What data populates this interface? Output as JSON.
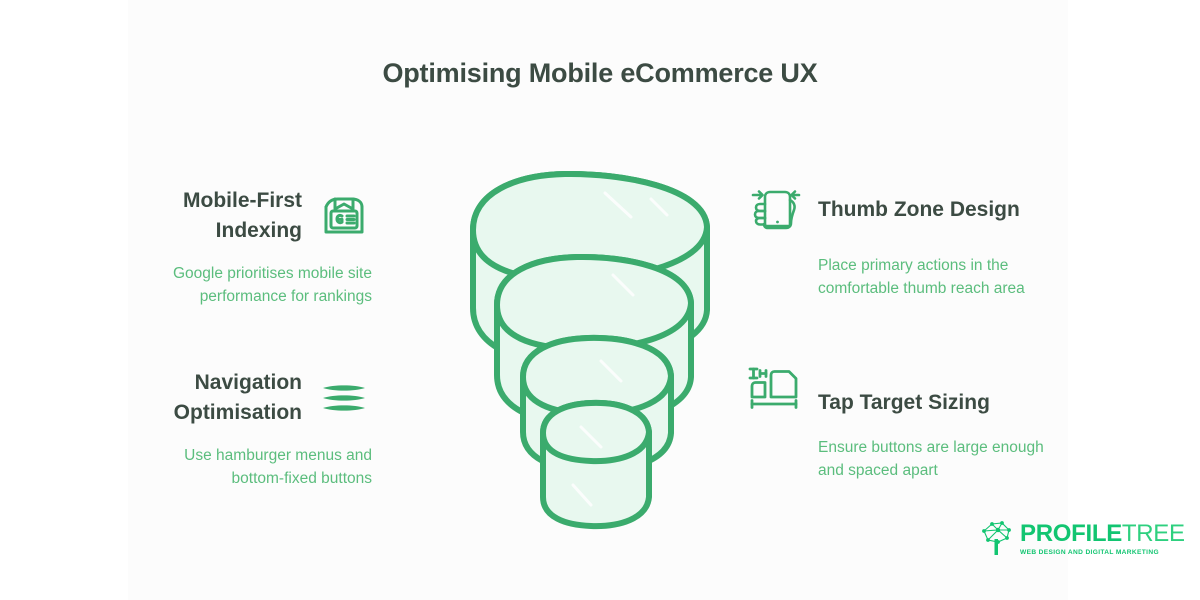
{
  "page": {
    "title": "Optimising Mobile eCommerce UX",
    "background_color": "#ffffff",
    "panel_color": "#fcfcfc",
    "heading_color": "#3c4b43",
    "accent_green": "#3bab6d",
    "body_green": "#5bbd7d",
    "funnel_fill": "#e8f8ef"
  },
  "features": {
    "mobile_first": {
      "heading": "Mobile-First Indexing",
      "body": "Google prioritises mobile site performance for rankings",
      "icon": "google-news-icon"
    },
    "navigation": {
      "heading": "Navigation Optimisation",
      "body": "Use hamburger menus and bottom-fixed buttons",
      "icon": "hamburger-menu-icon"
    },
    "thumb_zone": {
      "heading": "Thumb Zone Design",
      "body": "Place primary actions in the comfortable thumb reach area",
      "icon": "hand-holding-phone-icon"
    },
    "tap_target": {
      "heading": "Tap Target Sizing",
      "body": "Ensure buttons are large enough and spaced apart",
      "icon": "tap-target-size-icon"
    }
  },
  "funnel": {
    "icon": "funnel-diagram",
    "tiers": 4
  },
  "logo": {
    "name_bold": "PROFILE",
    "name_light": "TREE",
    "tagline": "WEB DESIGN AND DIGITAL MARKETING",
    "mark": "network-tree-icon"
  }
}
